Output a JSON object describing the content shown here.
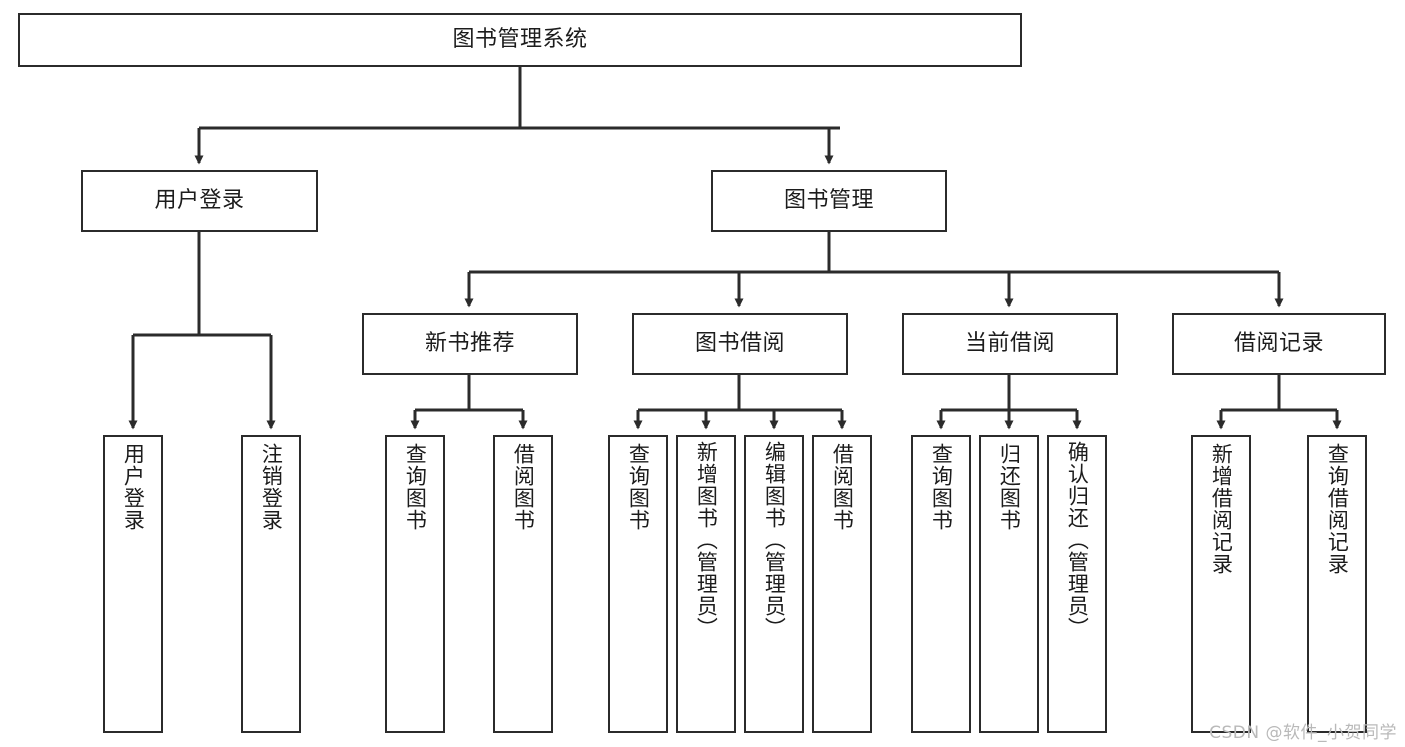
{
  "diagram": {
    "title": "图书管理系统",
    "type": "tree-hierarchy",
    "watermark": "CSDN @软件_小贺同学",
    "colors": {
      "box_border": "#2b2b2b",
      "box_fill": "#ffffff",
      "connector": "#2b2b2b",
      "background": "#ffffff",
      "watermark_text": "#b9b9b9"
    }
  },
  "nodes": {
    "root": {
      "label": "图书管理系统"
    },
    "level2": [
      {
        "label": "用户登录"
      },
      {
        "label": "图书管理"
      }
    ],
    "level3": [
      {
        "label": "新书推荐"
      },
      {
        "label": "图书借阅"
      },
      {
        "label": "当前借阅"
      },
      {
        "label": "借阅记录"
      }
    ],
    "leaves": {
      "user_login": [
        {
          "label": "用户登录"
        },
        {
          "label": "注销登录"
        }
      ],
      "new_book_recommend": [
        {
          "label": "查询图书"
        },
        {
          "label": "借阅图书"
        }
      ],
      "book_borrow": [
        {
          "label": "查询图书"
        },
        {
          "label": "新增图书（管理员）"
        },
        {
          "label": "编辑图书（管理员）"
        },
        {
          "label": "借阅图书"
        }
      ],
      "current_borrow": [
        {
          "label": "查询图书"
        },
        {
          "label": "归还图书"
        },
        {
          "label": "确认归还（管理员）"
        }
      ],
      "borrow_record": [
        {
          "label": "新增借阅记录"
        },
        {
          "label": "查询借阅记录"
        }
      ]
    }
  }
}
